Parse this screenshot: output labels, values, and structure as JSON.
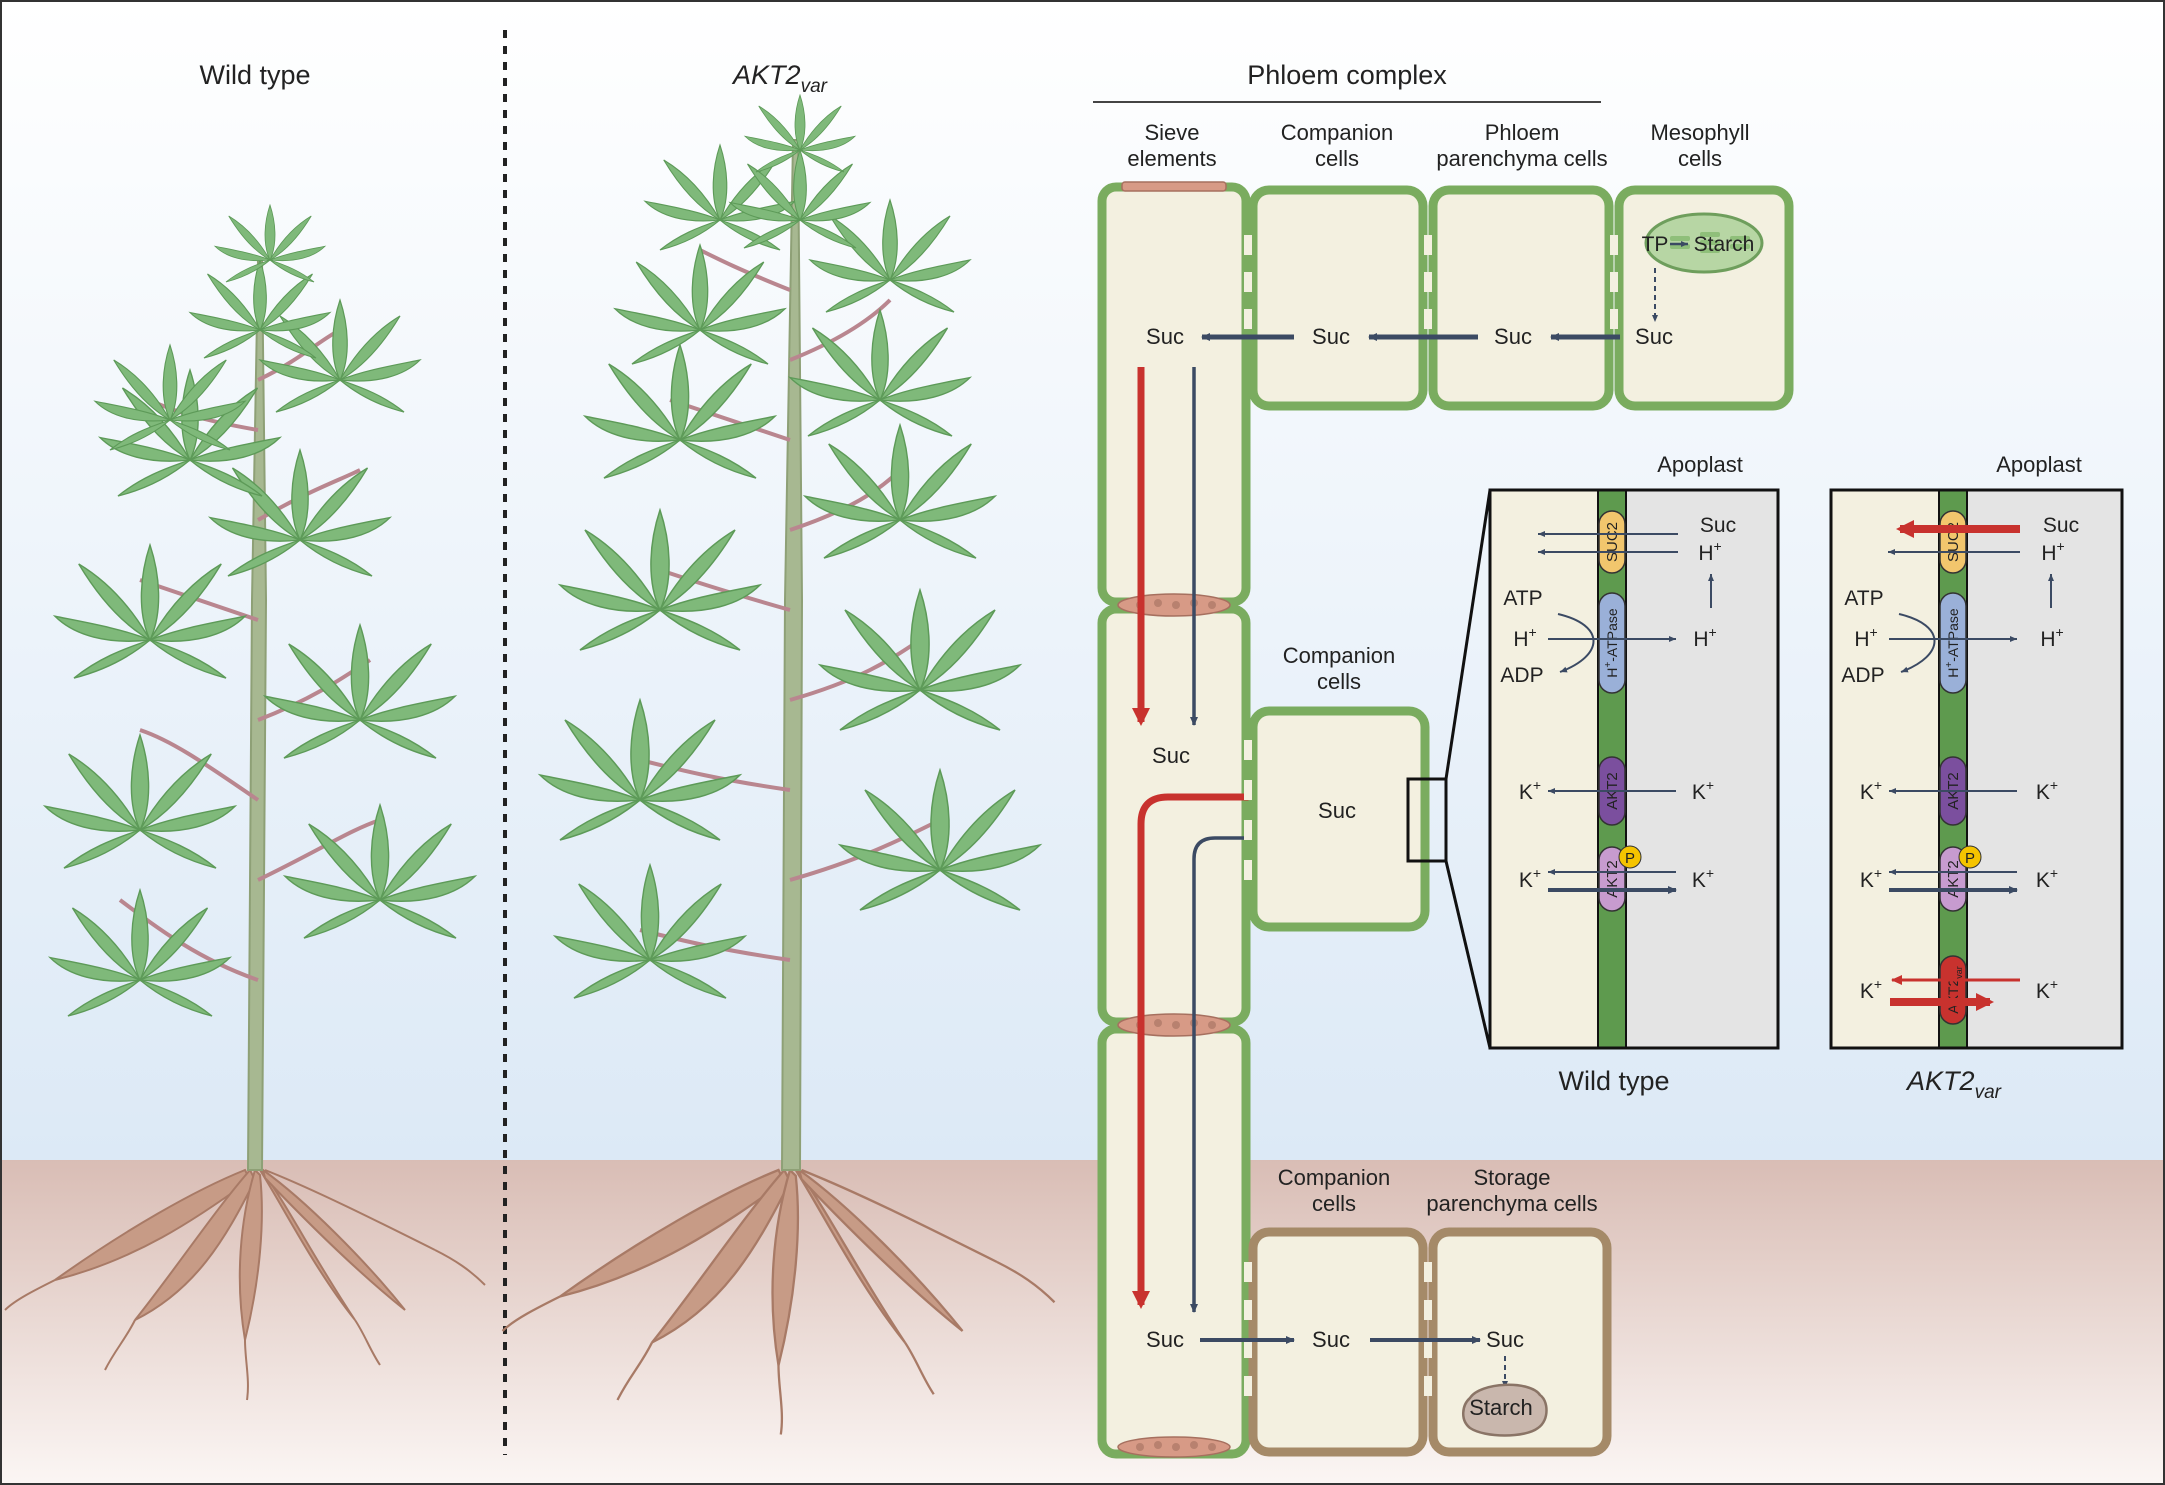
{
  "labels": {
    "wild_type_title": "Wild type",
    "akt2var_title_main": "AKT2",
    "akt2var_title_sub": "var",
    "phloem_complex": "Phloem complex",
    "col_sieve_1": "Sieve",
    "col_sieve_2": "elements",
    "col_companion_1": "Companion",
    "col_companion_2": "cells",
    "col_phloem_par_1": "Phloem",
    "col_phloem_par_2": "parenchyma cells",
    "col_mesophyll_1": "Mesophyll",
    "col_mesophyll_2": "cells",
    "mid_companion_1": "Companion",
    "mid_companion_2": "cells",
    "bot_companion_1": "Companion",
    "bot_companion_2": "cells",
    "bot_storage_1": "Storage",
    "bot_storage_2": "parenchyma cells",
    "tp": "TP",
    "starch": "Starch",
    "suc": "Suc",
    "apoplast": "Apoplast",
    "suc2": "SUC2",
    "h": "H",
    "plus": "+",
    "atp": "ATP",
    "adp": "ADP",
    "hatpase": "-ATPase",
    "k": "K",
    "akt2": "AKT2",
    "akt2var_sub": "var",
    "p": "P",
    "panel_wt_caption": "Wild type",
    "panel_var_caption_main": "AKT2",
    "panel_var_caption_sub": "var"
  },
  "colors": {
    "sky_top": "#ffffff",
    "sky_bottom": "#dce9f6",
    "soil_top": "#d9bdb5",
    "soil_bottom": "#fbf6f4",
    "leaf": "#7fb97a",
    "stem": "#a7b891",
    "root": "#c79b86",
    "cell_fill": "#f3f0e0",
    "cell_green": "#7aac5f",
    "cell_brown": "#a58a68",
    "arrow_dark": "#3b4a63",
    "arrow_red": "#c8322e",
    "membrane": "#5e9a4e",
    "suc2": "#f2c66d",
    "atpase": "#9ab0d8",
    "akt2": "#7b4f9e",
    "akt2_p": "#c79bcf",
    "akt2var": "#c8322e",
    "phospho": "#f5c400",
    "apoplast_fill": "#e4e4e4"
  }
}
